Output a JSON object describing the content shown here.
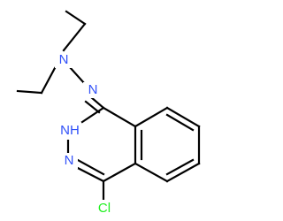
{
  "colors": {
    "background": "#ffffff",
    "bond": "#000000",
    "nitrogen": "#3050f8",
    "chlorine": "#1ff01f",
    "hydrogen_label": "#3050f8"
  },
  "atoms": {
    "n_amine": "N",
    "n_imine": "N",
    "nh": "NH",
    "h_of_nh": "H",
    "n_ring": "N",
    "cl": "Cl"
  }
}
